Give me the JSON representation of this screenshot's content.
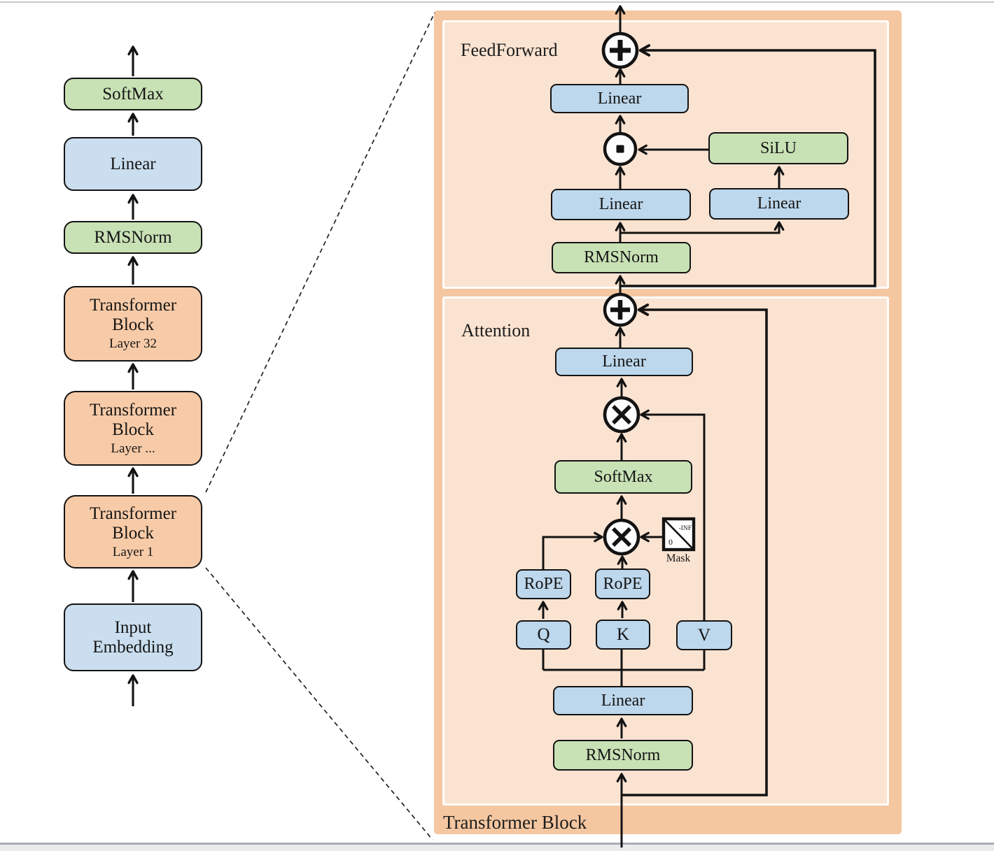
{
  "title": "LLaMA-style Transformer architecture diagram",
  "palette": {
    "box_blue": "#bdd7ec",
    "box_blue_light": "#cadeef",
    "box_green": "#c8e1b5",
    "box_orange": "#f8cba8",
    "panel_outer_orange": "#f5c7a1",
    "panel_inner_orange": "#fbe3d1",
    "line_black": "#131313"
  },
  "left_column": {
    "blocks": [
      {
        "label": "SoftMax"
      },
      {
        "label": "Linear"
      },
      {
        "label": "RMSNorm"
      },
      {
        "label": "Transformer Block",
        "sub": "Layer 32"
      },
      {
        "label": "Transformer Block",
        "sub": "Layer ..."
      },
      {
        "label": "Transformer Block",
        "sub": "Layer 1"
      },
      {
        "label": "Input Embedding"
      }
    ]
  },
  "detail": {
    "block_label": "Transformer Block",
    "feedforward": {
      "label": "FeedForward",
      "linear_out": "Linear",
      "silu": "SiLU",
      "linear_gate": "Linear",
      "linear_up": "Linear",
      "rmsnorm": "RMSNorm"
    },
    "attention": {
      "label": "Attention",
      "linear_out": "Linear",
      "softmax": "SoftMax",
      "mask": {
        "label": "Mask",
        "upper_value": "-INF",
        "lower_value": "0"
      },
      "rope_q": "RoPE",
      "rope_k": "RoPE",
      "q": "Q",
      "k": "K",
      "v": "V",
      "linear_qkv": "Linear",
      "rmsnorm": "RMSNorm"
    }
  }
}
